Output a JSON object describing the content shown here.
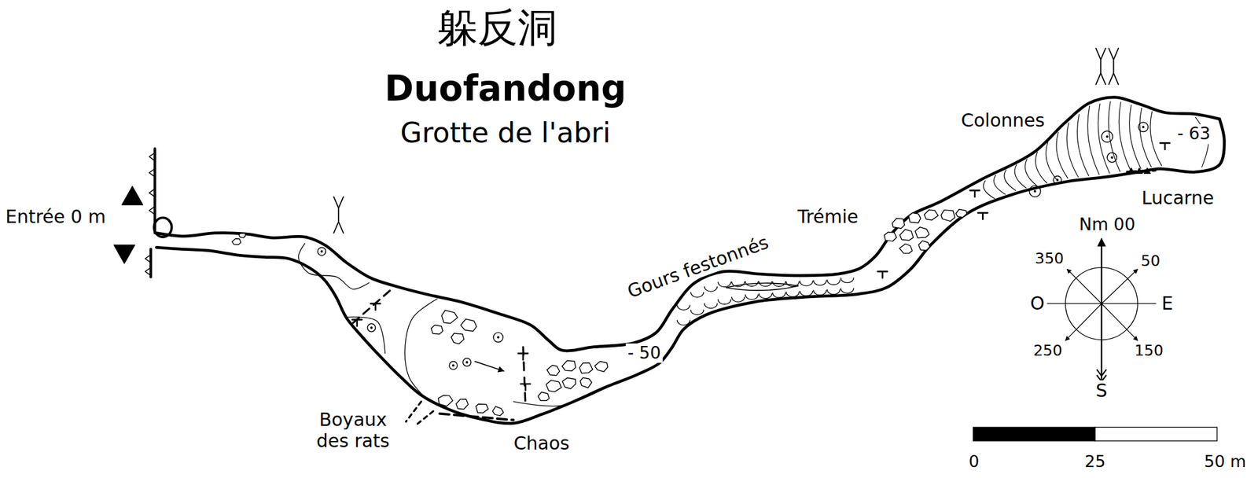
{
  "diagram": {
    "title": "Duofandong",
    "labels": [
      "躲反洞",
      "Grotte de l'abri",
      "Entrée 0 m",
      "Boyaux des rats",
      "Chaos",
      "- 50",
      "Gours festonnés",
      "Trémie",
      "Colonnes",
      "- 63",
      "Lucarne",
      "Nm 00",
      "350",
      "50",
      "O",
      "E",
      "250",
      "150",
      "S",
      "0",
      "25",
      "50 m"
    ]
  }
}
